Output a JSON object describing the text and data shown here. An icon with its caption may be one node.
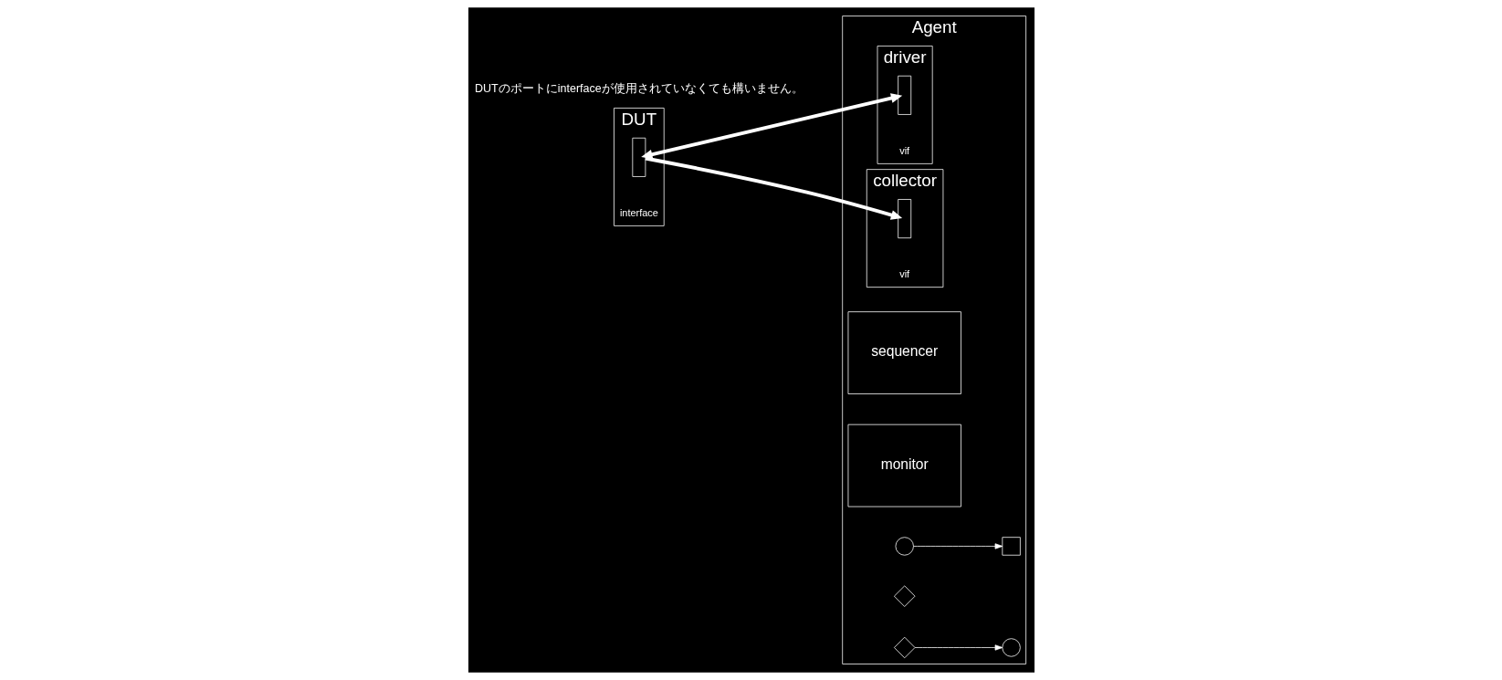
{
  "diagram": {
    "nodes": [
      {
        "text": [
          "Agent"
        ]
      },
      {
        "text": [
          "sequencer"
        ],
        "in": 0
      },
      {
        "text": [
          "driver"
        ],
        "in": 0
      },
      {
        "text": [
          "monitor"
        ],
        "in": 0
      },
      {
        "text": [
          "collector"
        ],
        "in": 0
      },
      {
        "text": [
          "DUT"
        ]
      },
      {
        "text": [],
        "shape": "circle",
        "in": 0
      },
      {
        "text": [],
        "shape": "box",
        "in": 0
      },
      {
        "text": [],
        "shape": "bar",
        "in": 2,
        "beside": [
          "vif"
        ]
      },
      {
        "text": [],
        "shape": "diamond",
        "in": 0
      },
      {
        "text": [],
        "shape": "circle",
        "in": 0
      },
      {
        "text": [],
        "shape": "diamond",
        "in": 0
      },
      {
        "text": [],
        "shape": "bar",
        "in": 4,
        "beside": [
          "vif"
        ]
      },
      {
        "text": [],
        "shape": "bar",
        "in": 5,
        "beside": [
          "interface"
        ]
      }
    ],
    "edges": [
      {
        "from": 6,
        "to": 7,
        "arrow": "to"
      },
      {
        "from": 13,
        "to": 8,
        "arrow": "both",
        "style": "thick"
      },
      {
        "from": 13,
        "to": 12,
        "arrow": "to",
        "style": "thick"
      },
      {
        "from": 11,
        "to": 10,
        "arrow": "to"
      }
    ],
    "labels": [
      "DUTのポートにinterfaceが使用されていなくても構いません。"
    ]
  }
}
